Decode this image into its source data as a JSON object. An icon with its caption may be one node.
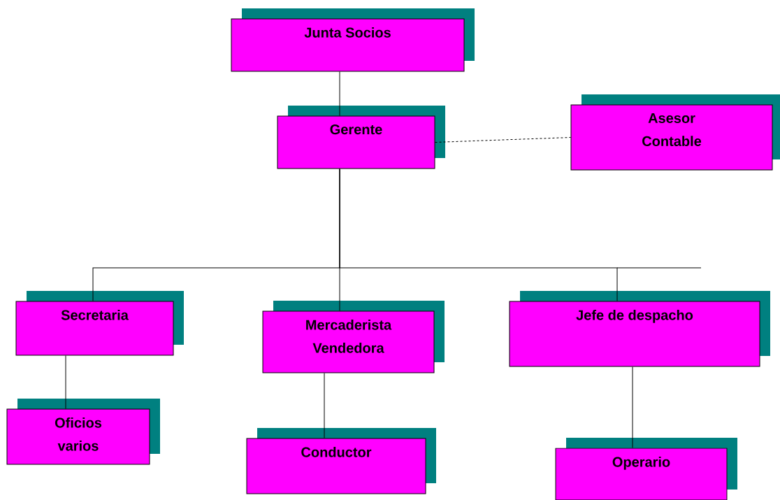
{
  "diagram": {
    "nodes": [
      {
        "text": [
          "Junta Socios"
        ]
      },
      {
        "text": [
          "Gerente"
        ]
      },
      {
        "text": [
          "Asesor Contable"
        ]
      },
      {
        "text": [
          "Secretaria"
        ]
      },
      {
        "text": [
          "Mercaderista Vendedora"
        ]
      },
      {
        "text": [
          "Jefe de despacho"
        ]
      },
      {
        "text": [
          "Oficios varios"
        ]
      },
      {
        "text": [
          "Conductor"
        ]
      },
      {
        "text": [
          "Operario"
        ]
      }
    ],
    "edges": [
      {
        "from": 0,
        "to": 1,
        "arrow": "none"
      },
      {
        "from": 1,
        "to": 2,
        "arrow": "none",
        "style": "dashed"
      },
      {
        "from": 1,
        "to": 3,
        "arrow": "none"
      },
      {
        "from": 1,
        "to": 4,
        "arrow": "none"
      },
      {
        "from": 1,
        "to": 5,
        "arrow": "none"
      },
      {
        "from": 3,
        "to": 6,
        "arrow": "none"
      },
      {
        "from": 4,
        "to": 7,
        "arrow": "none"
      },
      {
        "from": 5,
        "to": 8,
        "arrow": "none"
      }
    ]
  }
}
